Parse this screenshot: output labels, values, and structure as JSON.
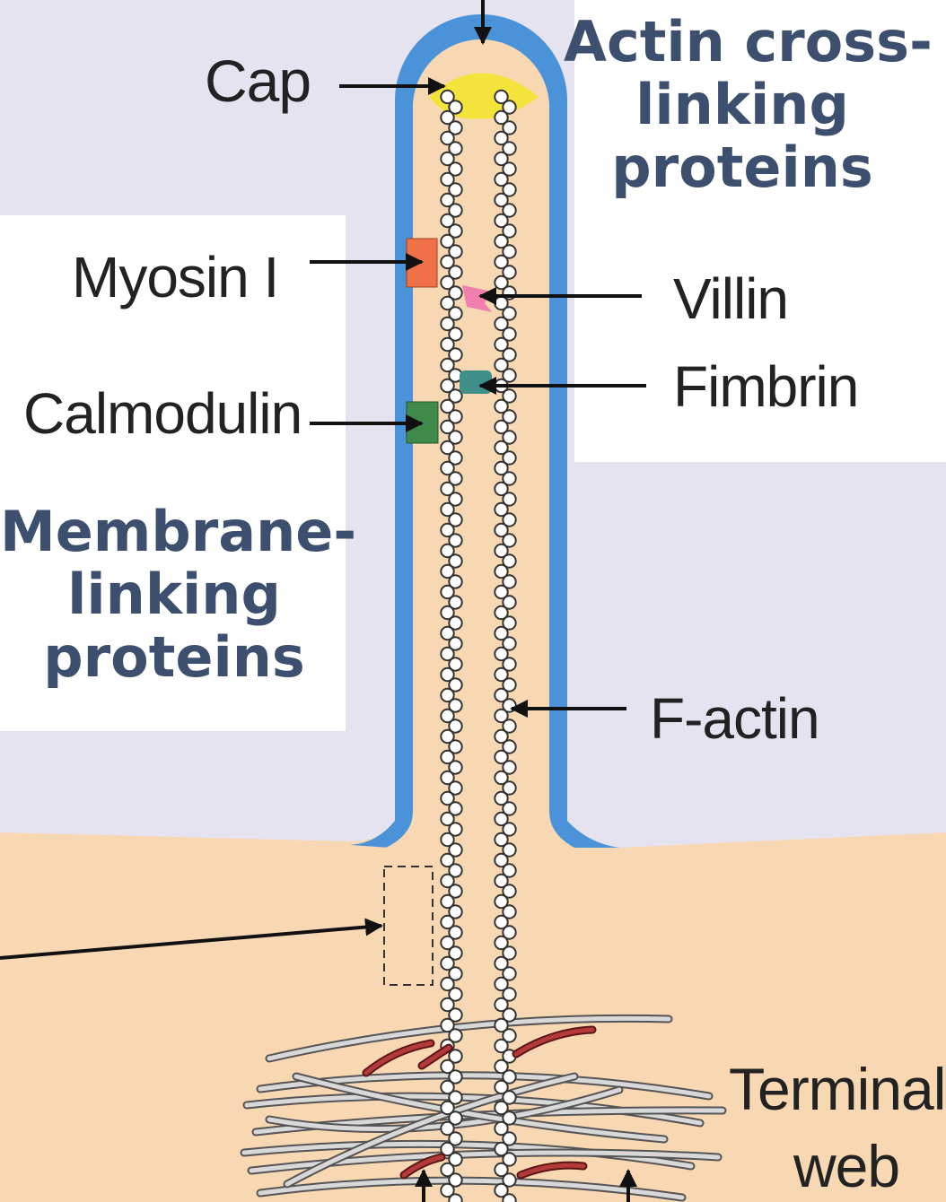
{
  "labels": {
    "cap": "Cap",
    "myosin": "Myosin I",
    "calmodulin": "Calmodulin",
    "villin": "Villin",
    "fimbrin": "Fimbrin",
    "factin": "F-actin",
    "terminal": "Terminal",
    "web": "web"
  },
  "headings": {
    "actin_cross": [
      "Actin cross-",
      "linking",
      "proteins"
    ],
    "membrane": [
      "Membrane-",
      "linking",
      "proteins"
    ]
  },
  "colors": {
    "background": "#e6e3f1",
    "label_box": "#ffffff",
    "cytoplasm": "#f8d8b2",
    "membrane": "#4a93d8",
    "cap": "#f4e33a",
    "actin_bead": "#ffffff",
    "myosin": "#f07048",
    "villin": "#f07fae",
    "fimbrin": "#3f8f8b",
    "calmodulin": "#3f8a4a",
    "heading": "#3c4f6e",
    "web_filament": "#d8d8d8",
    "web_accent": "#b43a3a"
  }
}
